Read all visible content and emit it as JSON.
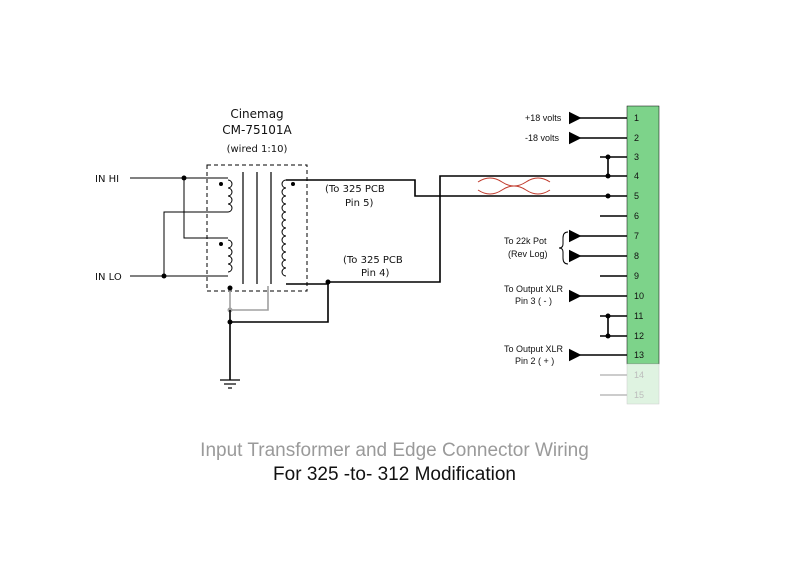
{
  "transformer": {
    "brand": "Cinemag",
    "model": "CM-75101A",
    "note": "(wired 1:10)"
  },
  "inputs": {
    "in_hi": "IN HI",
    "in_lo": "IN LO"
  },
  "wires": {
    "to_pin5_line1": "(To 325 PCB",
    "to_pin5_line2": "Pin 5)",
    "to_pin4_line1": "(To 325 PCB",
    "to_pin4_line2": "Pin 4)"
  },
  "right_labels": {
    "plus18": "+18 volts",
    "minus18": "-18 volts",
    "pot_line1": "To 22k Pot",
    "pot_line2": "(Rev Log)",
    "xlr3_line1": "To Output XLR",
    "xlr3_line2": "Pin 3 ( - )",
    "xlr2_line1": "To Output XLR",
    "xlr2_line2": "Pin 2 ( + )"
  },
  "connector": {
    "color": "#7dd38a",
    "faint_color": "#dff3e1",
    "pins": [
      "1",
      "2",
      "3",
      "4",
      "5",
      "6",
      "7",
      "8",
      "9",
      "10",
      "11",
      "12",
      "13",
      "14",
      "15"
    ]
  },
  "caption": {
    "line1": "Input Transformer and Edge Connector Wiring",
    "line2": "For 325 -to- 312 Modification"
  }
}
